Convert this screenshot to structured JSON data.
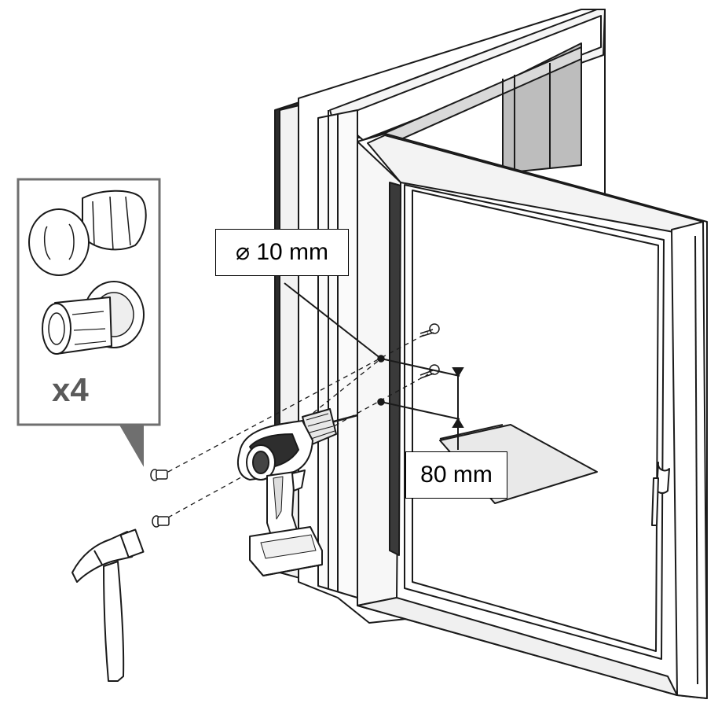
{
  "callouts": {
    "hole_diameter": "⌀ 10 mm",
    "hole_spacing": "80 mm",
    "quantity": "x4"
  },
  "icons": {
    "window": "window-frame-icon",
    "drill": "cordless-drill-icon",
    "hammer": "hammer-icon",
    "plug": "wall-plug-icon",
    "screw": "screw-icon"
  },
  "colors": {
    "line": "#1a1a1a",
    "fill": "#ffffff",
    "shade": "#e6e6e6",
    "dark_shade": "#9a9a9a",
    "panel_border": "#6f6f6f",
    "quantity_text": "#5a5a5a"
  }
}
